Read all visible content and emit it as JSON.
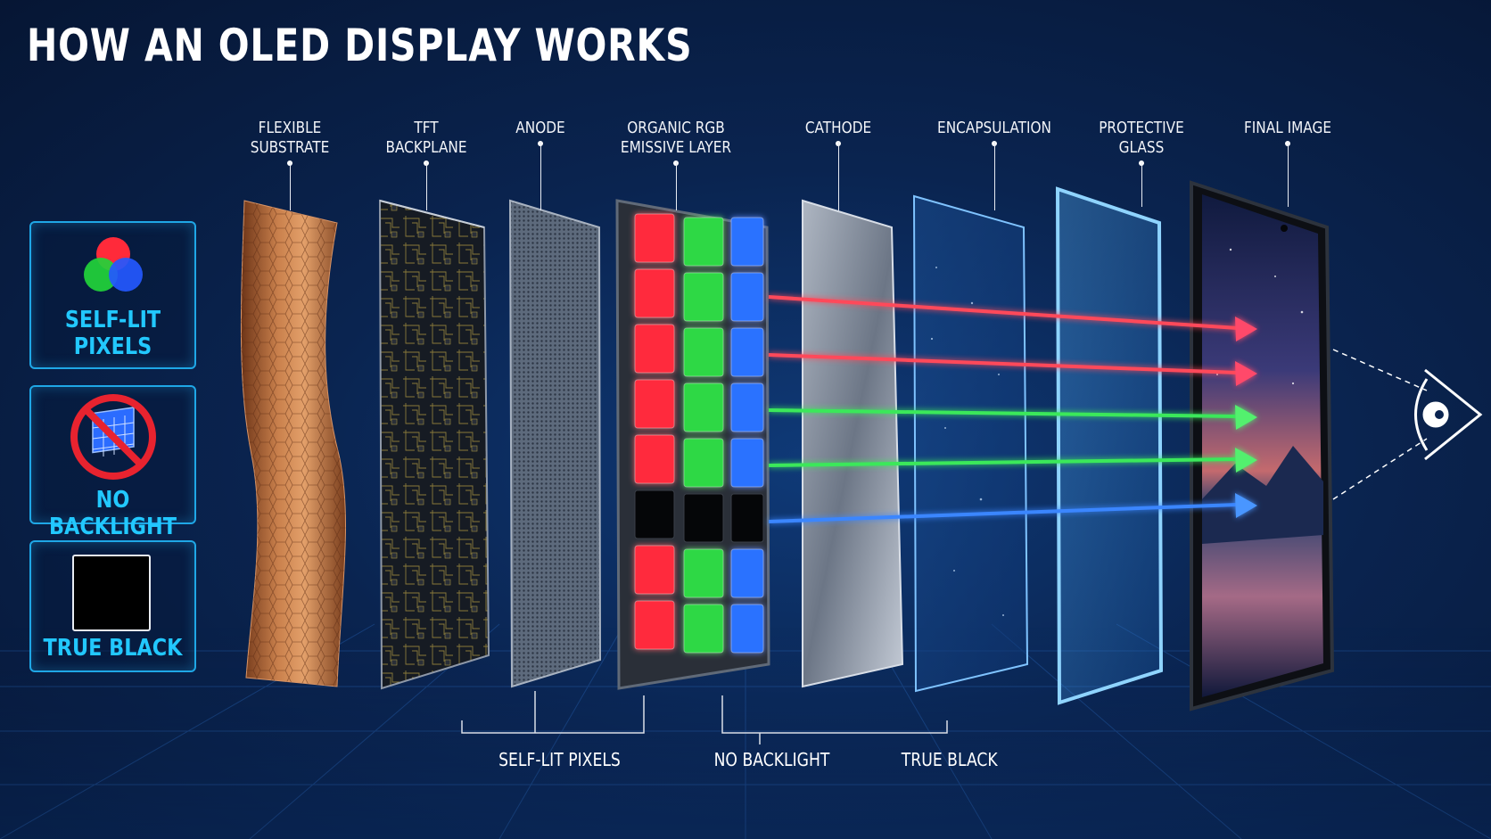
{
  "title": "HOW AN OLED DISPLAY WORKS",
  "layers": [
    {
      "line1": "FLEXIBLE",
      "line2": "SUBSTRATE"
    },
    {
      "line1": "TFT",
      "line2": "BACKPLANE"
    },
    {
      "line1": "ANODE",
      "line2": ""
    },
    {
      "line1": "ORGANIC RGB",
      "line2": "EMISSIVE LAYER"
    },
    {
      "line1": "CATHODE",
      "line2": ""
    },
    {
      "line1": "ENCAPSULATION",
      "line2": ""
    },
    {
      "line1": "PROTECTIVE",
      "line2": "GLASS"
    },
    {
      "line1": "FINAL IMAGE",
      "line2": ""
    }
  ],
  "features": [
    {
      "line1": "SELF-LIT",
      "line2": "PIXELS",
      "icon": "rgb-circles-icon"
    },
    {
      "line1": "NO BACKLIGHT",
      "line2": "",
      "icon": "no-backlight-icon"
    },
    {
      "line1": "TRUE BLACK",
      "line2": "",
      "icon": "black-square-icon"
    }
  ],
  "bottom_labels": {
    "self_lit": "SELF-LIT PIXELS",
    "no_backlight": "NO BACKLIGHT",
    "true_black": "TRUE BLACK"
  },
  "colors": {
    "accent": "#22c8ff",
    "red": "#ff3b4e",
    "green": "#35e04a",
    "blue": "#2f7bff",
    "copper": "#b86a3a"
  }
}
